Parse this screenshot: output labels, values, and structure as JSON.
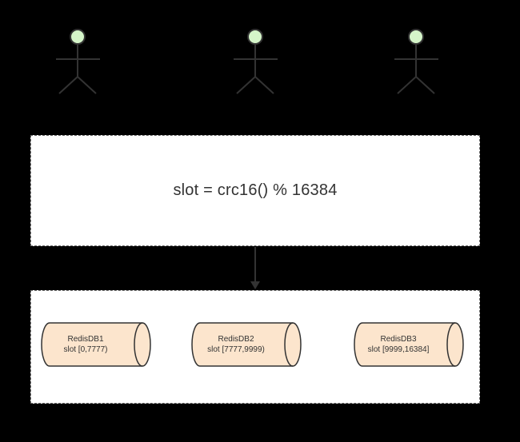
{
  "actors": [
    {
      "icon": "user-actor-icon"
    },
    {
      "icon": "user-actor-icon"
    },
    {
      "icon": "user-actor-icon"
    }
  ],
  "hash_box": {
    "formula": "slot = crc16() % 16384"
  },
  "cluster": {
    "nodes": [
      {
        "name": "RedisDB1",
        "slot": "slot [0,7777)"
      },
      {
        "name": "RedisDB2",
        "slot": "slot [7777,9999)"
      },
      {
        "name": "RedisDB3",
        "slot": "slot [9999,16384]"
      }
    ]
  },
  "colors": {
    "background": "#000000",
    "box_fill": "#ffffff",
    "actor_head": "#d5f5c9",
    "db_fill": "#fce5cd",
    "stroke": "#333333"
  }
}
